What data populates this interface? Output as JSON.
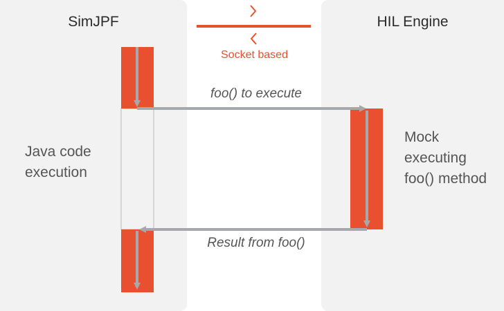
{
  "lanes": {
    "left_title": "SimJPF",
    "right_title": "HIL Engine"
  },
  "legend": {
    "socket_label": "Socket based"
  },
  "messages": {
    "request": "foo() to execute",
    "response": "Result from foo()"
  },
  "notes": {
    "left": "Java code execution",
    "right": "Mock executing foo() method"
  },
  "colors": {
    "accent": "#e8502f",
    "arrow": "#a6a9ab",
    "panel": "#f2f2f2",
    "text": "#555555"
  }
}
